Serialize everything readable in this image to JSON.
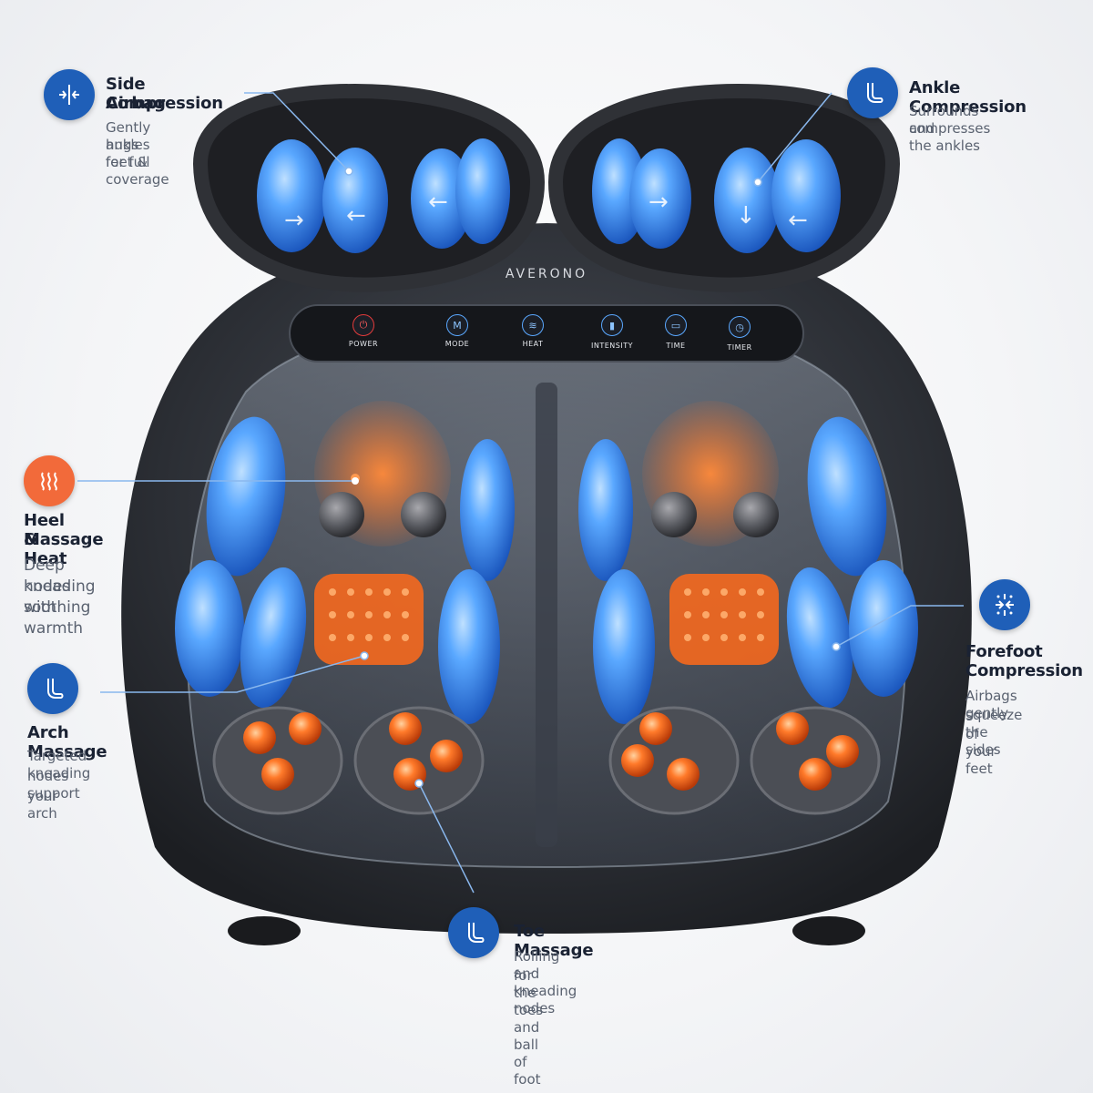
{
  "brand": "AVERONO",
  "panel": {
    "buttons": [
      {
        "label": "POWER",
        "glyph": "⏻"
      },
      {
        "label": "MODE",
        "glyph": "M"
      },
      {
        "label": "HEAT",
        "glyph": "≋"
      },
      {
        "label": "INTENSITY",
        "glyph": "▮"
      },
      {
        "label": "TIME",
        "glyph": "▭"
      },
      {
        "label": "TIMER",
        "glyph": "◷"
      }
    ]
  },
  "callouts": {
    "side_airbag": {
      "title_line1": "Side Airbag",
      "title_line2": "Compression",
      "desc_line1": "Gently hugs feet &",
      "desc_line2": "ankles for full coverage",
      "icon": "compression-arrows-icon"
    },
    "ankle": {
      "title": "Ankle Compression",
      "desc_line1": "Surrounds and",
      "desc_line2": "compresses the ankles",
      "icon": "foot-icon"
    },
    "heel": {
      "title_line1": "Heel Massage",
      "title_line2": "& Heat",
      "desc_line1": "Deep kneading",
      "desc_line2": "nodes with",
      "desc_line3": "soothing warmth",
      "icon": "heat-waves-icon"
    },
    "forefoot": {
      "title_line1": "Forefoot",
      "title_line2": "Compression",
      "desc_line1": "Airbags gently",
      "desc_line2": "squeeze the sides",
      "desc_line3": "of your feet",
      "icon": "squeeze-arrows-icon"
    },
    "arch": {
      "title": "Arch Massage",
      "desc_line1": "Targeted kneading",
      "desc_line2": "nodes support",
      "desc_line3": "your arch",
      "icon": "foot-icon"
    },
    "toe": {
      "title": "Toe Massage",
      "desc_line1": "Rolling and kneading nodes",
      "desc_line2": "for the toes and ball of foot",
      "icon": "foot-icon"
    }
  },
  "colors": {
    "badge_blue": "#1f5fb8",
    "badge_orange": "#f26a3a",
    "airbag_blue": "#3a8dff",
    "node_orange": "#ff7a2a",
    "body_dark": "#2a2d33"
  }
}
